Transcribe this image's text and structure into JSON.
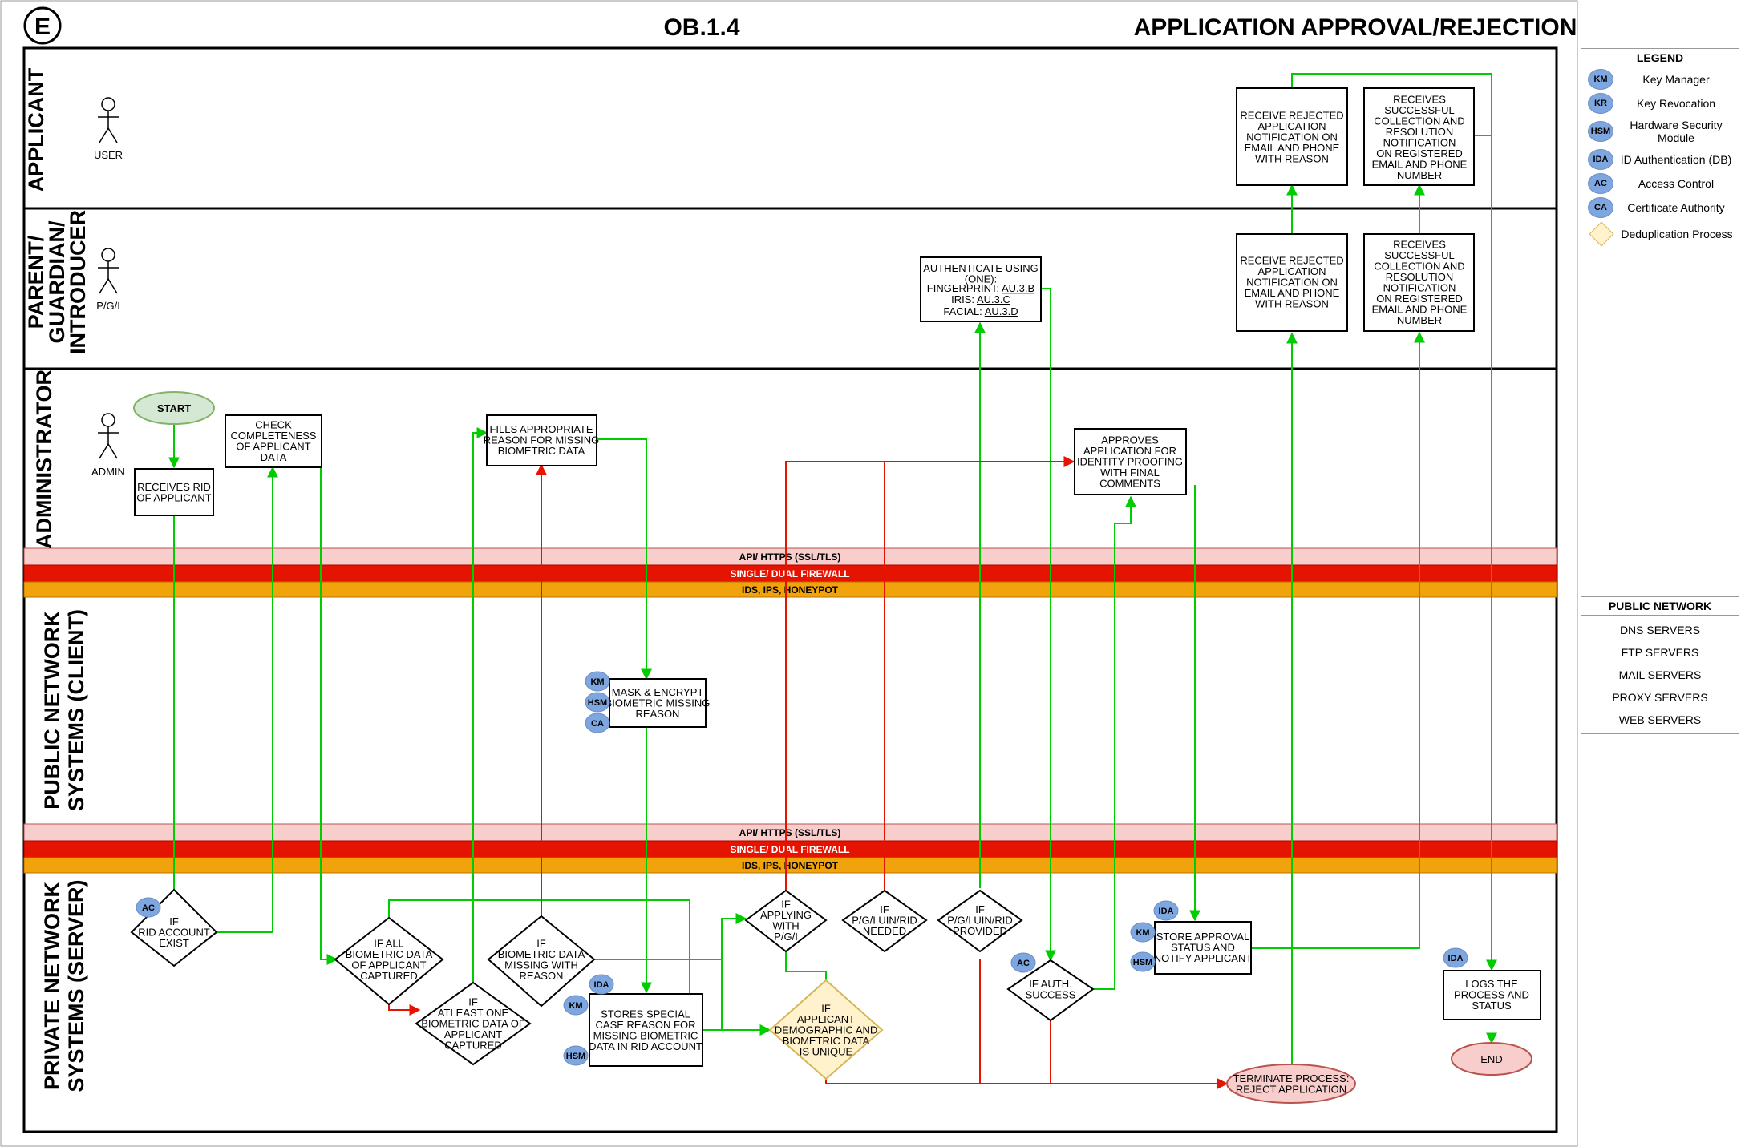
{
  "header": {
    "badge": "E",
    "code": "OB.1.4",
    "title": "APPLICATION APPROVAL/REJECTION"
  },
  "lanes": {
    "applicant": "APPLICANT",
    "parent_line1": "PARENT/",
    "parent_line2": "GUARDIAN/",
    "parent_line3": "INTRODUCER",
    "administrator": "ADMINISTRATOR",
    "public_line1": "PUBLIC NETWORK",
    "public_line2": "SYSTEMS (CLIENT)",
    "private_line1": "PRIVATE NETWORK",
    "private_line2": "SYSTEMS (SERVER)"
  },
  "actors": {
    "user": "USER",
    "pgi": "P/G/I",
    "admin": "ADMIN"
  },
  "bands": {
    "api": "API/ HTTPS (SSL/TLS)",
    "firewall": "SINGLE/ DUAL FIREWALL",
    "ids": "IDS, IPS, HONEYPOT",
    "colors": {
      "api": "#f8cecc",
      "firewall": "#e51400",
      "ids": "#f0a30a"
    }
  },
  "nodes": {
    "start": "START",
    "end": "END",
    "receives_rid": [
      "RECEIVES RID",
      "OF APPLICANT"
    ],
    "check_completeness": [
      "CHECK",
      "COMPLETENESS",
      "OF APPLICANT",
      "DATA"
    ],
    "fills_reason": [
      "FILLS APPROPRIATE",
      "REASON FOR MISSING",
      "BIOMETRIC DATA"
    ],
    "authenticate": [
      "AUTHENTICATE USING",
      "(ONE):"
    ],
    "auth_fingerprint_label": "FINGERPRINT:",
    "auth_fingerprint_link": "AU.3.B",
    "auth_iris_label": "IRIS:",
    "auth_iris_link": "AU.3.C",
    "auth_facial_label": "FACIAL:",
    "auth_facial_link": "AU.3.D",
    "approves": [
      "APPROVES",
      "APPLICATION FOR",
      "IDENTITY PROOFING",
      "WITH FINAL",
      "COMMENTS"
    ],
    "receive_rejected": [
      "RECEIVE REJECTED",
      "APPLICATION",
      "NOTIFICATION ON",
      "EMAIL AND PHONE",
      "WITH REASON"
    ],
    "receives_success": [
      "RECEIVES",
      "SUCCESSFUL",
      "COLLECTION AND",
      "RESOLUTION",
      "NOTIFICATION",
      "ON REGISTERED",
      "EMAIL AND PHONE",
      "NUMBER"
    ],
    "mask_encrypt": [
      "MASK & ENCRYPT",
      "BIOMETRIC MISSING",
      "REASON"
    ],
    "if_rid_account": [
      "IF",
      "RID ACCOUNT",
      "EXIST"
    ],
    "if_all_biometric": [
      "IF ALL",
      "BIOMETRIC DATA",
      "OF APPLICANT",
      "CAPTURED"
    ],
    "if_atleast_one": [
      "IF",
      "ATLEAST ONE",
      "BIOMETRIC DATA OF",
      "APPLICANT",
      "CAPTURED"
    ],
    "if_missing_reason": [
      "IF",
      "BIOMETRIC DATA",
      "MISSING WITH",
      "REASON"
    ],
    "stores_special": [
      "STORES SPECIAL",
      "CASE REASON FOR",
      "MISSING BIOMETRIC",
      "DATA IN RID ACCOUNT"
    ],
    "if_applying_pgi": [
      "IF",
      "APPLYING",
      "WITH",
      "P/G/I"
    ],
    "if_uin_needed": [
      "IF",
      "P/G/I UIN/RID",
      "NEEDED"
    ],
    "if_uin_provided": [
      "IF",
      "P/G/I UIN/RID",
      "PROVIDED"
    ],
    "if_unique": [
      "IF",
      "APPLICANT",
      "DEMOGRAPHIC AND",
      "BIOMETRIC DATA",
      "IS UNIQUE"
    ],
    "if_auth_success": [
      "IF AUTH.",
      "SUCCESS"
    ],
    "store_approval": [
      "STORE APPROVAL",
      "STATUS AND",
      "NOTIFY APPLICANT"
    ],
    "logs_process": [
      "LOGS THE",
      "PROCESS AND",
      "STATUS"
    ],
    "terminate": [
      "TERMINATE PROCESS:",
      "REJECT APPLICATION"
    ]
  },
  "badges": {
    "km": "KM",
    "hsm": "HSM",
    "ca": "CA",
    "ac": "AC",
    "ida": "IDA"
  },
  "legend": {
    "title": "LEGEND",
    "items": [
      {
        "badge": "KM",
        "label": "Key Manager"
      },
      {
        "badge": "KR",
        "label": "Key Revocation"
      },
      {
        "badge": "HSM",
        "label": "Hardware Security Module"
      },
      {
        "badge": "IDA",
        "label": "ID Authentication (DB)"
      },
      {
        "badge": "AC",
        "label": "Access Control"
      },
      {
        "badge": "CA",
        "label": "Certificate Authority"
      }
    ],
    "dedup_label": "Deduplication Process"
  },
  "public_network": {
    "title": "PUBLIC NETWORK",
    "items": [
      "DNS SERVERS",
      "FTP SERVERS",
      "MAIL SERVERS",
      "PROXY SERVERS",
      "WEB SERVERS"
    ]
  },
  "colors": {
    "green_flow": "#00cc00",
    "red_flow": "#e51400",
    "badge_fill": "#7ea6e0",
    "start_fill": "#d5e8d4",
    "end_fill": "#f8cecc",
    "dedup_fill": "#fff2cc"
  }
}
